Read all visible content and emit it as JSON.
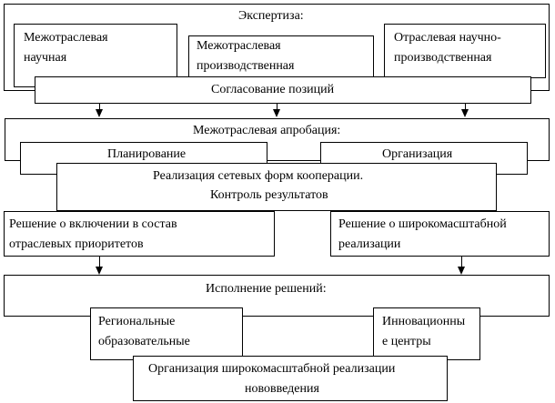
{
  "expertise": {
    "title": "Экспертиза:",
    "items": [
      [
        "Межотраслевая",
        "научная"
      ],
      [
        "Межотраслевая",
        "производственная"
      ],
      [
        "Отраслевая научно-",
        "производственная"
      ]
    ],
    "agreement": "Согласование позиций"
  },
  "approbation": {
    "title": "Межотраслевая апробация:",
    "planning": "Планирование",
    "organization": "Организация",
    "implementation": [
      "Реализация сетевых форм кооперации.",
      "Контроль результатов"
    ]
  },
  "decisions": {
    "include": [
      "Решение о включении в состав",
      "отраслевых приоритетов"
    ],
    "scale": [
      "Решение о широкомасштабной",
      "реализации"
    ]
  },
  "execution": {
    "title": "Исполнение решений:",
    "regional": [
      "Региональные",
      "образовательные"
    ],
    "innovation": [
      "Инновационны",
      "е центры"
    ],
    "organize": [
      "Организация широкомасштабной реализации",
      "нововведения"
    ]
  }
}
